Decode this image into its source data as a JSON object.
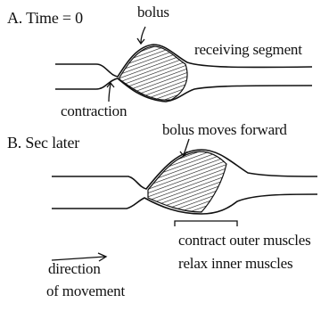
{
  "panel_a": {
    "label": "A. Time = 0",
    "bolus": "bolus",
    "receiving": "receiving segment",
    "contraction": "contraction"
  },
  "panel_b": {
    "label": "B. Sec later",
    "moves": "bolus moves forward",
    "outer": "contract outer muscles",
    "inner": "relax inner muscles",
    "direction": "direction",
    "movement": "of movement"
  },
  "icons": {
    "bolus_a": "bolus-shape",
    "bolus_b": "bolus-shape",
    "direction": "arrow-right"
  },
  "colors": {
    "ink": "#111111",
    "background": "#ffffff"
  }
}
